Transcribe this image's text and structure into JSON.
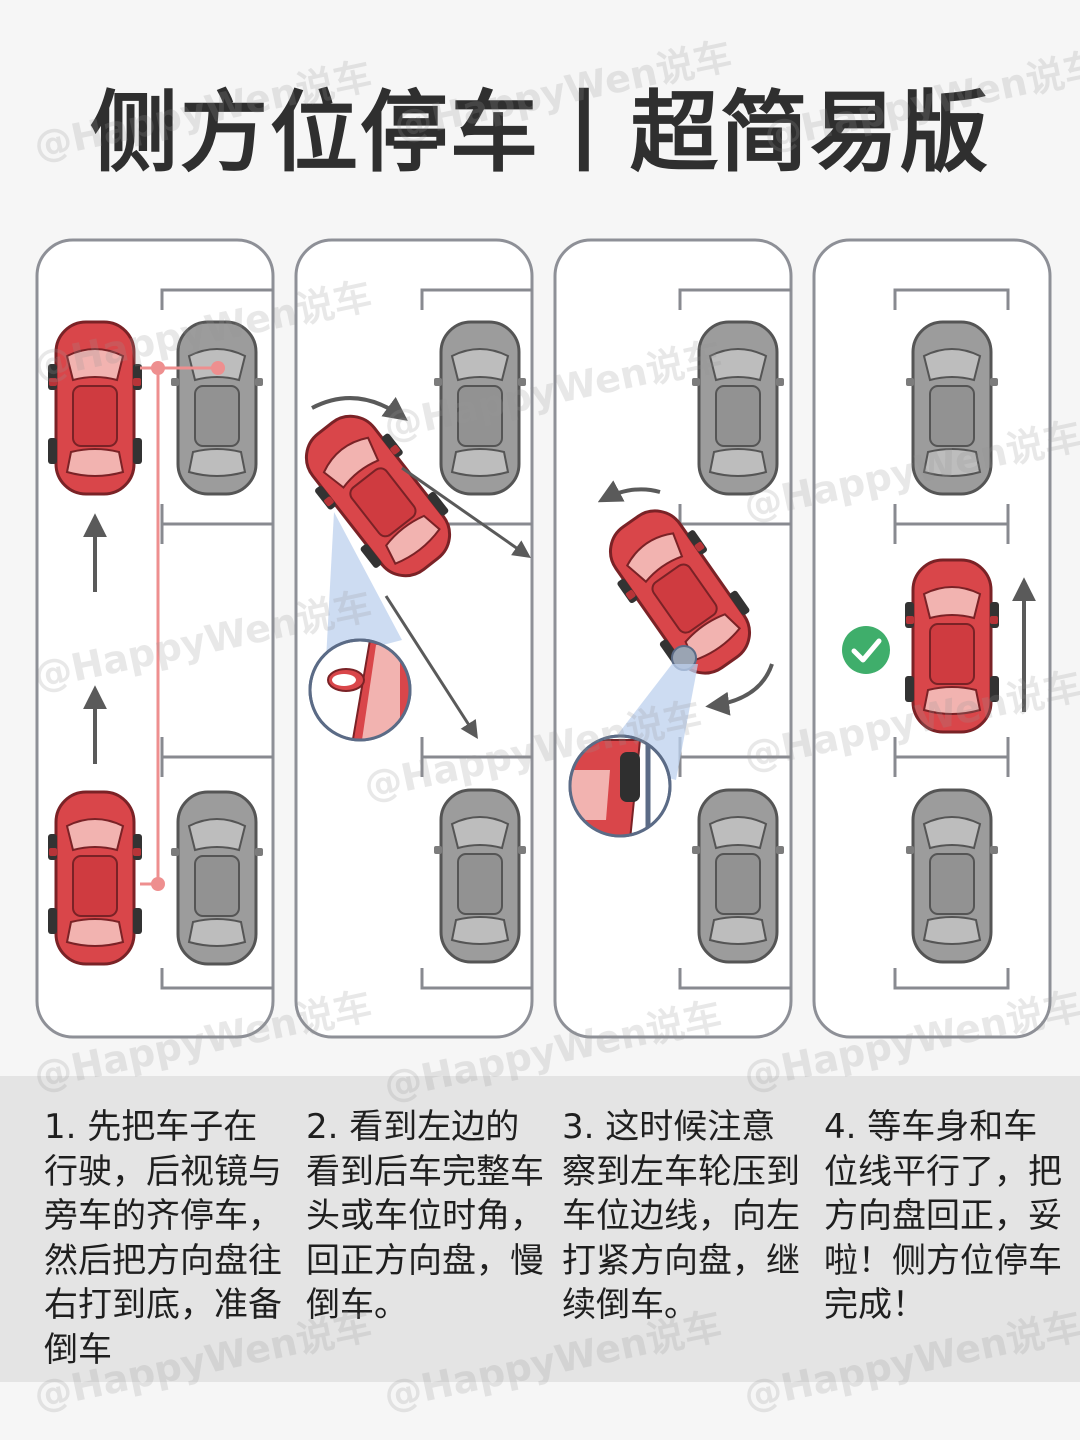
{
  "title": "侧方位停车丨超简易版",
  "watermark": "@HappyWen说车",
  "colors": {
    "red_car": "#d9464a",
    "gray_car": "#9c9c9c",
    "panel_border": "#8e9097",
    "check": "#3fae6b"
  },
  "steps": [
    {
      "text": "1. 先把车子在行驶，后视镜与旁车的齐停车，然后把方向盘往右打到底，准备倒车"
    },
    {
      "text": "2. 看到左边的看到后车完整车头或车位时角，回正方向盘，慢倒车。"
    },
    {
      "text": "3. 这时候注意察到左车轮压到车位边线，向左打紧方向盘，继续倒车。"
    },
    {
      "text": "4. 等车身和车位线平行了，把方向盘回正，妥啦！侧方位停车完成！"
    }
  ],
  "icons": [
    "arrow-up-icon",
    "curved-arrow-icon",
    "mirror-zoom-icon",
    "wheel-zoom-icon",
    "check-icon"
  ]
}
